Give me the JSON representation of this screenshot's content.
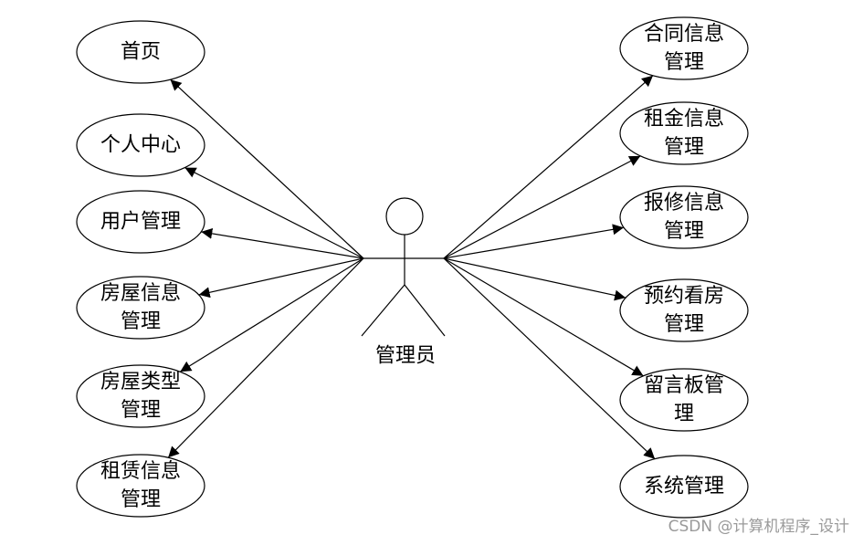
{
  "actor": {
    "label": "管理员"
  },
  "left_use_cases": [
    {
      "lines": [
        "首页"
      ]
    },
    {
      "lines": [
        "个人中心"
      ]
    },
    {
      "lines": [
        "用户管理"
      ]
    },
    {
      "lines": [
        "房屋信息",
        "管理"
      ]
    },
    {
      "lines": [
        "房屋类型",
        "管理"
      ]
    },
    {
      "lines": [
        "租赁信息",
        "管理"
      ]
    }
  ],
  "right_use_cases": [
    {
      "lines": [
        "合同信息",
        "管理"
      ]
    },
    {
      "lines": [
        "租金信息",
        "管理"
      ]
    },
    {
      "lines": [
        "报修信息",
        "管理"
      ]
    },
    {
      "lines": [
        "预约看房",
        "管理"
      ]
    },
    {
      "lines": [
        "留言板管",
        "理"
      ]
    },
    {
      "lines": [
        "系统管理"
      ]
    }
  ],
  "watermark": "CSDN @计算机程序_设计"
}
